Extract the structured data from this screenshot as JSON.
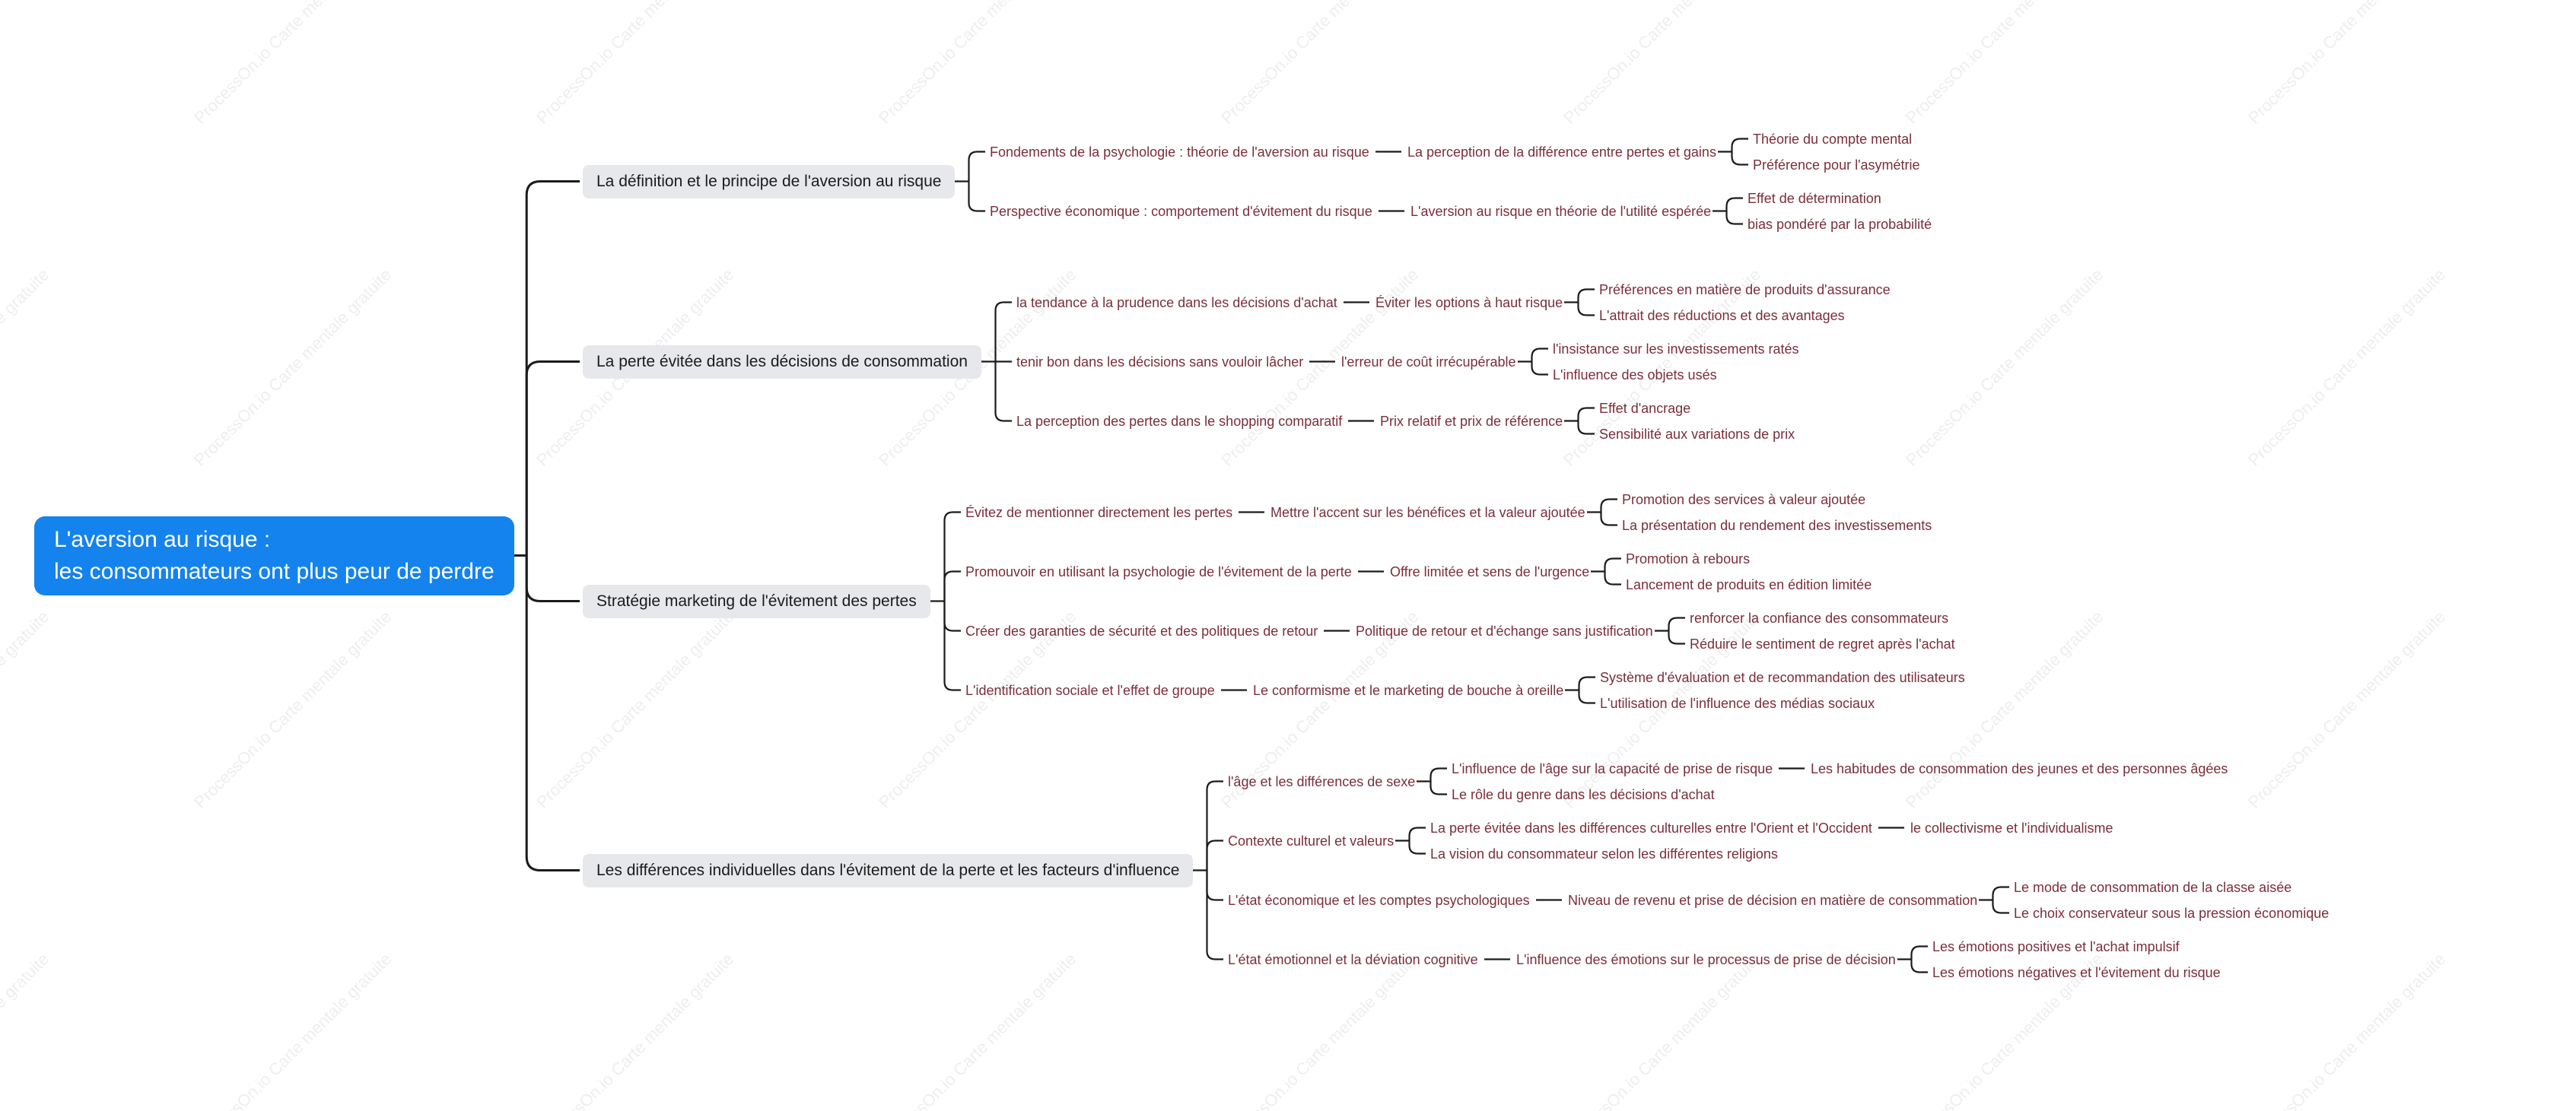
{
  "watermark_text": "ProcessOn.io Carte mentale gratuite",
  "colors": {
    "root_bg": "#1483ee",
    "branch_bg": "#e6e8eb",
    "leaf_text": "#7a2e3a",
    "line": "#1b1b1b"
  },
  "root": {
    "lines": [
      "L'aversion au risque :",
      "les consommateurs ont plus peur de perdre"
    ],
    "children": [
      {
        "label": "La définition et le principe de l'aversion au risque",
        "children": [
          {
            "label": "Fondements de la psychologie : théorie de l'aversion au risque",
            "children": [
              {
                "label": "La perception de la différence entre pertes et gains",
                "children": [
                  {
                    "label": "Théorie du compte mental"
                  },
                  {
                    "label": "Préférence pour l'asymétrie"
                  }
                ]
              }
            ]
          },
          {
            "label": "Perspective économique : comportement d'évitement du risque",
            "children": [
              {
                "label": "L'aversion au risque en théorie de l'utilité espérée",
                "children": [
                  {
                    "label": "Effet de détermination"
                  },
                  {
                    "label": "bias pondéré par la probabilité"
                  }
                ]
              }
            ]
          }
        ]
      },
      {
        "label": "La perte évitée dans les décisions de consommation",
        "children": [
          {
            "label": "la tendance à la prudence dans les décisions d'achat",
            "children": [
              {
                "label": "Éviter les options à haut risque",
                "children": [
                  {
                    "label": "Préférences en matière de produits d'assurance"
                  },
                  {
                    "label": "L'attrait des réductions et des avantages"
                  }
                ]
              }
            ]
          },
          {
            "label": "tenir bon dans les décisions sans vouloir lâcher",
            "children": [
              {
                "label": "l'erreur de coût irrécupérable",
                "children": [
                  {
                    "label": "l'insistance sur les investissements ratés"
                  },
                  {
                    "label": "L'influence des objets usés"
                  }
                ]
              }
            ]
          },
          {
            "label": "La perception des pertes dans le shopping comparatif",
            "children": [
              {
                "label": "Prix relatif et prix de référence",
                "children": [
                  {
                    "label": "Effet d'ancrage"
                  },
                  {
                    "label": "Sensibilité aux variations de prix"
                  }
                ]
              }
            ]
          }
        ]
      },
      {
        "label": "Stratégie marketing de l'évitement des pertes",
        "children": [
          {
            "label": "Évitez de mentionner directement les pertes",
            "children": [
              {
                "label": "Mettre l'accent sur les bénéfices et la valeur ajoutée",
                "children": [
                  {
                    "label": "Promotion des services à valeur ajoutée"
                  },
                  {
                    "label": "La présentation du rendement des investissements"
                  }
                ]
              }
            ]
          },
          {
            "label": "Promouvoir en utilisant la psychologie de l'évitement de la perte",
            "children": [
              {
                "label": "Offre limitée et sens de l'urgence",
                "children": [
                  {
                    "label": "Promotion à rebours"
                  },
                  {
                    "label": "Lancement de produits en édition limitée"
                  }
                ]
              }
            ]
          },
          {
            "label": "Créer des garanties de sécurité et des politiques de retour",
            "children": [
              {
                "label": "Politique de retour et d'échange sans justification",
                "children": [
                  {
                    "label": "renforcer la confiance des consommateurs"
                  },
                  {
                    "label": "Réduire le sentiment de regret après l'achat"
                  }
                ]
              }
            ]
          },
          {
            "label": "L'identification sociale et l'effet de groupe",
            "children": [
              {
                "label": "Le conformisme et le marketing de bouche à oreille",
                "children": [
                  {
                    "label": "Système d'évaluation et de recommandation des utilisateurs"
                  },
                  {
                    "label": "L'utilisation de l'influence des médias sociaux"
                  }
                ]
              }
            ]
          }
        ]
      },
      {
        "label": "Les différences individuelles dans l'évitement de la perte et les facteurs d'influence",
        "children": [
          {
            "label": "l'âge et les différences de sexe",
            "children": [
              {
                "label": "L'influence de l'âge sur la capacité de prise de risque",
                "children": [
                  {
                    "label": "Les habitudes de consommation des jeunes et des personnes âgées"
                  }
                ]
              },
              {
                "label": "Le rôle du genre dans les décisions d'achat"
              }
            ]
          },
          {
            "label": "Contexte culturel et valeurs",
            "children": [
              {
                "label": "La perte évitée dans les différences culturelles entre l'Orient et l'Occident",
                "children": [
                  {
                    "label": "le collectivisme et l'individualisme"
                  }
                ]
              },
              {
                "label": "La vision du consommateur selon les différentes religions"
              }
            ]
          },
          {
            "label": "L'état économique et les comptes psychologiques",
            "children": [
              {
                "label": "Niveau de revenu et prise de décision en matière de consommation",
                "children": [
                  {
                    "label": "Le mode de consommation de la classe aisée"
                  },
                  {
                    "label": "Le choix conservateur sous la pression économique"
                  }
                ]
              }
            ]
          },
          {
            "label": "L'état émotionnel et la déviation cognitive",
            "children": [
              {
                "label": "L'influence des émotions sur le processus de prise de décision",
                "children": [
                  {
                    "label": "Les émotions positives et l'achat impulsif"
                  },
                  {
                    "label": "Les émotions négatives et l'évitement du risque"
                  }
                ]
              }
            ]
          }
        ]
      }
    ]
  }
}
